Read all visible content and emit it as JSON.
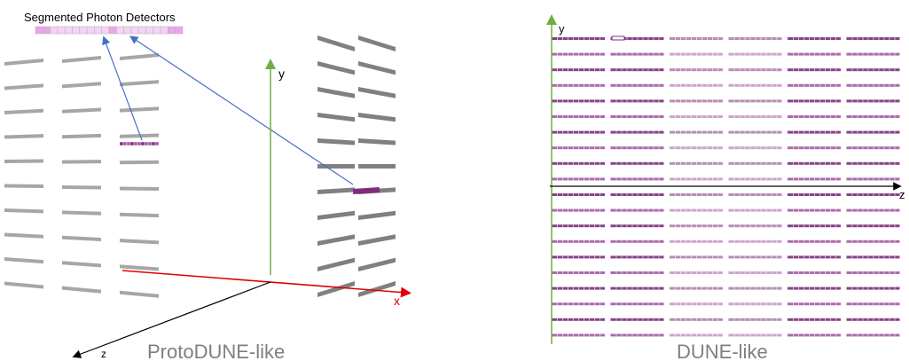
{
  "left_panel": {
    "title": "ProtoDUNE-like",
    "detector_label": "Segmented Photon Detectors",
    "axis_x": "x",
    "axis_y": "y",
    "axis_z": "z"
  },
  "right_panel": {
    "title": "DUNE-like",
    "axis_y": "y",
    "axis_z": "z"
  },
  "colors": {
    "bar_gray": "#a6a6a6",
    "bar_dark_gray": "#808080",
    "segment_pink": "#e6a8e6",
    "segment_purple": "#7b2d7b",
    "segment_mid": "#a55aa5",
    "pointer_line": "#4472c4",
    "axis_green": "#70ad47",
    "axis_red": "#e00000",
    "axis_black": "#000000",
    "title_gray": "#7f7f7f"
  }
}
